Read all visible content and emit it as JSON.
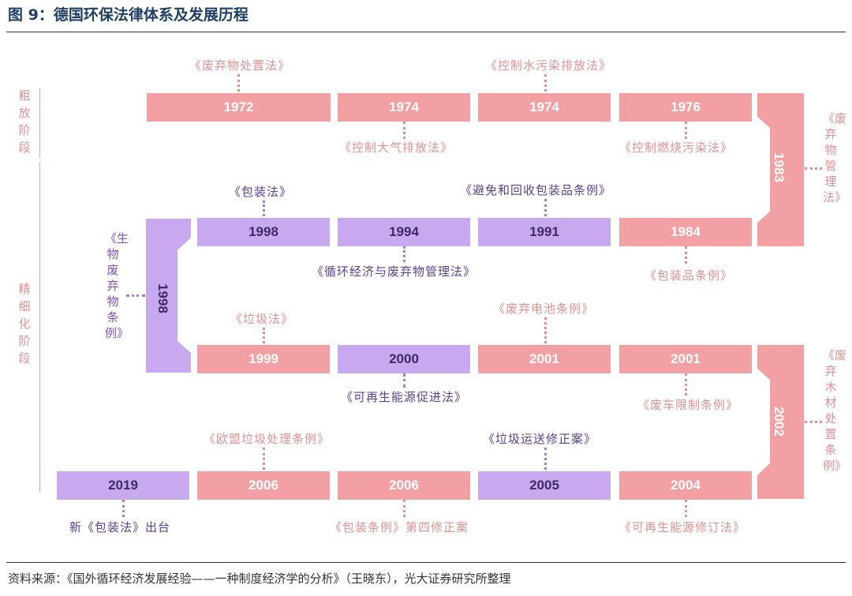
{
  "title": "图 9：德国环保法律体系及发展历程",
  "stages": {
    "rough": "粗放阶段",
    "fine": "精细化阶段"
  },
  "row1": {
    "boxes": [
      "1972",
      "1974",
      "1974",
      "1976"
    ],
    "laws_above": [
      "《废弃物处置法》",
      "《控制水污染排放法》"
    ],
    "laws_below": [
      "《控制大气排放法》",
      "《控制燃烧污染法》"
    ]
  },
  "turn1": {
    "year": "1983",
    "law": "《废弃物管理法》"
  },
  "row2": {
    "boxes": [
      "1998",
      "1994",
      "1991",
      "1984"
    ],
    "laws_above": [
      "《包装法》",
      "《避免和回收包装品条例》"
    ],
    "laws_below": [
      "《循环经济与废弃物管理法》",
      "《包装品条例》"
    ]
  },
  "turn2": {
    "year": "1998",
    "law": "《生物废弃物条例》"
  },
  "row3": {
    "boxes": [
      "1999",
      "2000",
      "2001",
      "2001"
    ],
    "laws_above": [
      "《垃圾法》",
      "《废弃电池条例》"
    ],
    "laws_below": [
      "《可再生能源促进法》",
      "《废车限制条例》"
    ]
  },
  "turn3": {
    "year": "2002",
    "law": "《废弃木材处置条例》"
  },
  "row4": {
    "boxes": [
      "2019",
      "2006",
      "2006",
      "2005",
      "2004"
    ],
    "laws_above": [
      "《欧盟垃圾处理条例》",
      "《垃圾运送修正案》"
    ],
    "laws_below": [
      "新《包装法》出台",
      "《包装条例》第四修正案",
      "《可再生能源修订法》"
    ]
  },
  "source": "资料来源：《国外循环经济发展经验——一种制度经济学的分析》（王晓东），光大证券研究所整理",
  "colors": {
    "pink": "#f2a0a3",
    "purple": "#c8a8ef",
    "title": "#1f3f66"
  }
}
